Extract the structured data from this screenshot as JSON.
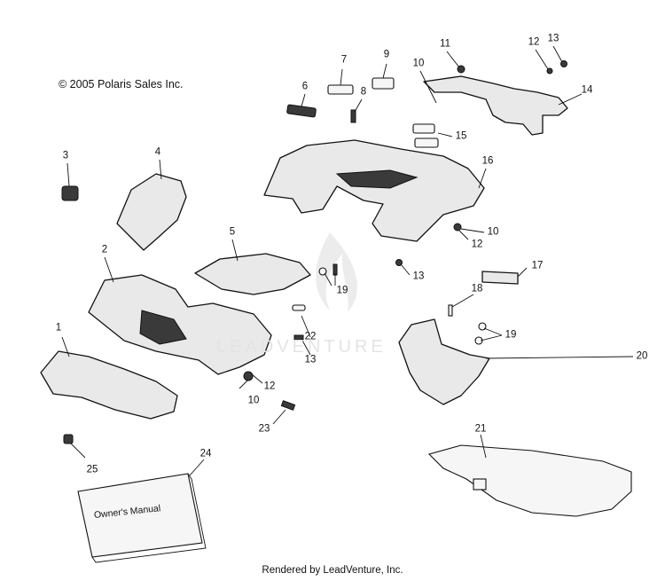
{
  "copyright": "© 2005 Polaris Sales Inc.",
  "footer": "Rendered by LeadVenture, Inc.",
  "watermark": "LEADVENTURE",
  "manual_label": "Owner's Manual",
  "callouts": {
    "c1": "1",
    "c2": "2",
    "c3": "3",
    "c4": "4",
    "c5": "5",
    "c6": "6",
    "c7": "7",
    "c8": "8",
    "c9": "9",
    "c10a": "10",
    "c10b": "10",
    "c10c": "10",
    "c11": "11",
    "c12a": "12",
    "c12b": "12",
    "c12c": "12",
    "c13a": "13",
    "c13b": "13",
    "c13c": "13",
    "c14": "14",
    "c15": "15",
    "c16": "16",
    "c17": "17",
    "c18": "18",
    "c19a": "19",
    "c19b": "19",
    "c20": "20",
    "c21": "21",
    "c22": "22",
    "c23": "23",
    "c24": "24",
    "c25": "25"
  }
}
